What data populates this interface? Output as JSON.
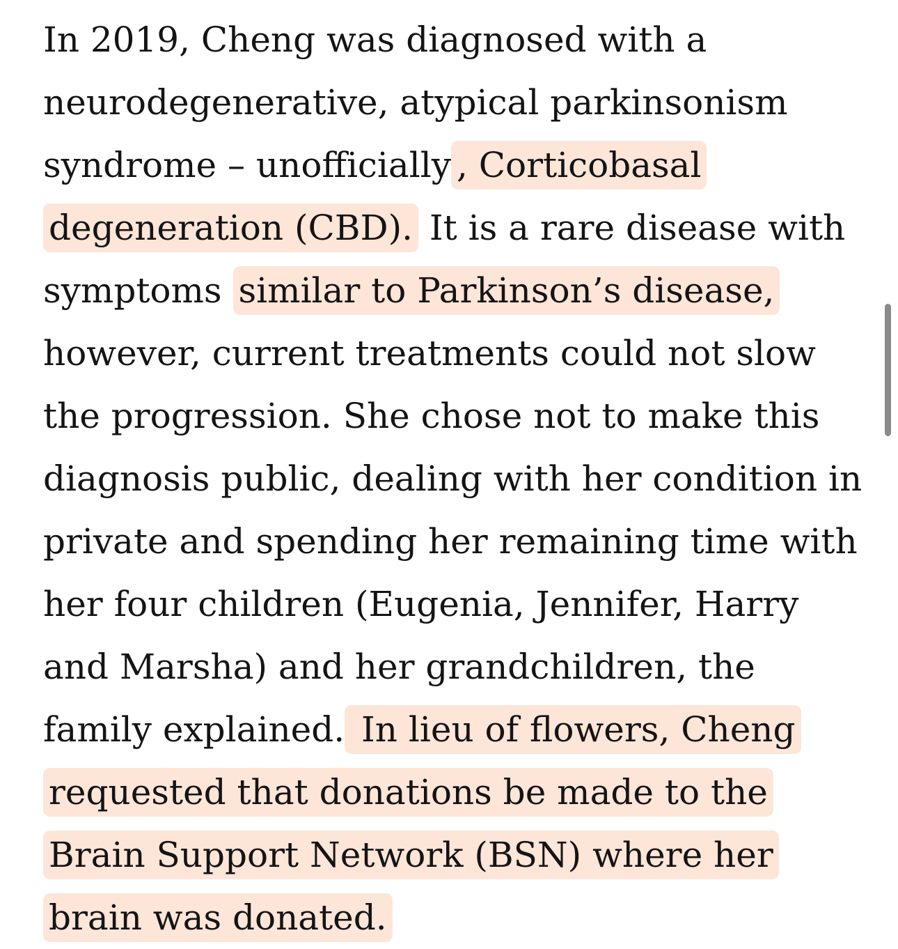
{
  "article": {
    "segments": [
      {
        "text": "In 2019, Cheng was diagnosed with a neurodegenerative, atypical parkinsonism syndrome – unofficially",
        "highlighted": false
      },
      {
        "text": ", Corticobasal degeneration (CBD).",
        "highlighted": true
      },
      {
        "text": " It is a rare disease with symptoms ",
        "highlighted": false
      },
      {
        "text": "similar to Parkinson’s disease,",
        "highlighted": true
      },
      {
        "text": " however, current treatments could not slow the progression. She chose not to make this diagnosis public, dealing with her condition in private and spending her remaining time with her four children (Eugenia, Jennifer, Harry and Marsha) and her grandchildren, the family explained.",
        "highlighted": false
      },
      {
        "text": " In lieu of flowers, Cheng requested that donations be made to the Brain Support Network (BSN) where her brain was donated.",
        "highlighted": true
      }
    ]
  },
  "colors": {
    "text": "#141414",
    "highlight": "#fcdac8",
    "background": "#ffffff",
    "scrollbar": "#8a8a8a"
  }
}
